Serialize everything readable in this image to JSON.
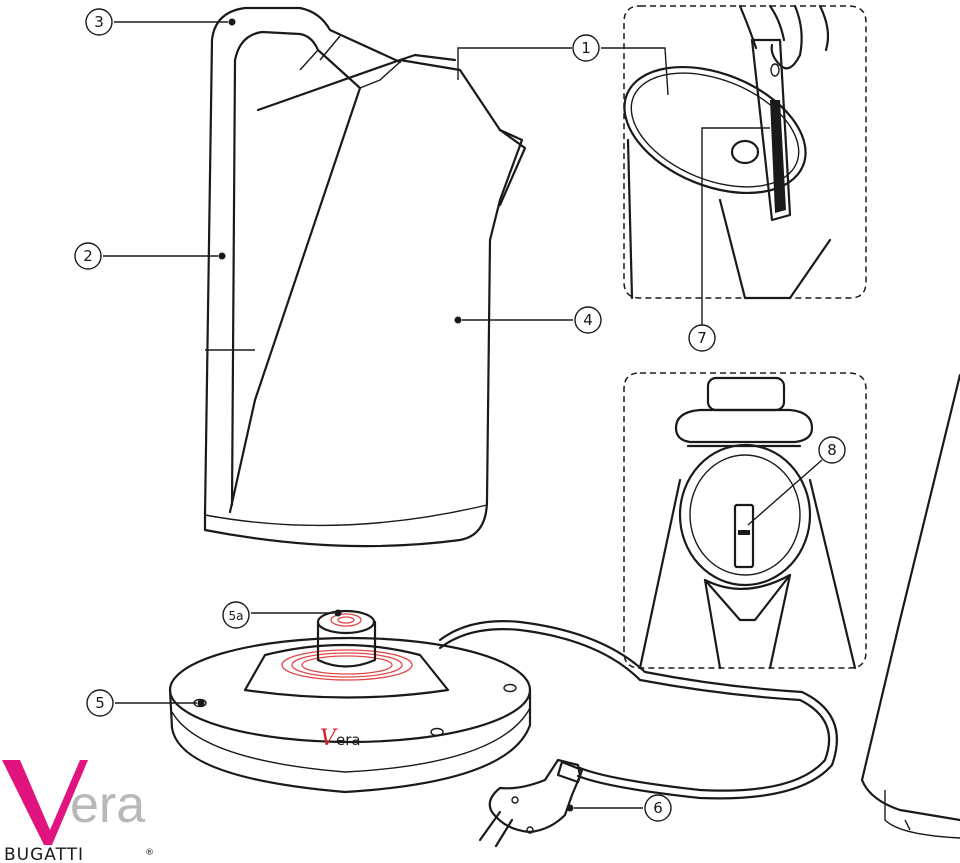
{
  "callouts": {
    "c1": "1",
    "c2": "2",
    "c3": "3",
    "c4": "4",
    "c5": "5",
    "c5a": "5a",
    "c6": "6",
    "c7": "7",
    "c8": "8"
  },
  "base_logo": {
    "initial": "V",
    "rest": "era"
  },
  "brand_logo": {
    "initial": "V",
    "rest": "era",
    "sub": "BUGATTI",
    "reg": "®"
  },
  "colors": {
    "line": "#1a1a1a",
    "accent": "#e0137f",
    "ring": "#e04848"
  }
}
